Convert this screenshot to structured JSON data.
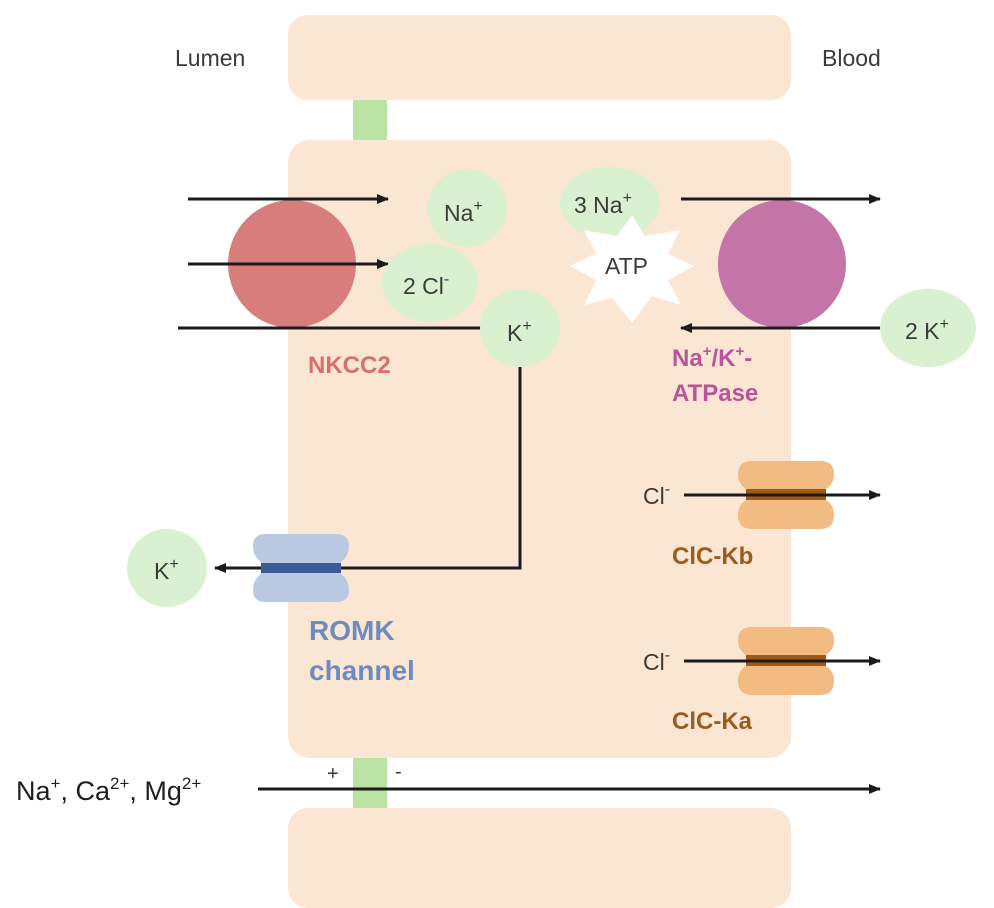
{
  "labels": {
    "lumen": "Lumen",
    "blood": "Blood"
  },
  "ions": {
    "na_top": "Na",
    "na_top_sup": "+",
    "three_na": "3 Na",
    "three_na_sup": "+",
    "two_cl": "2 Cl",
    "two_cl_sup": "-",
    "k_cell": "K",
    "k_cell_sup": "+",
    "two_k": "2 K",
    "two_k_sup": "+",
    "k_lumen": "K",
    "k_lumen_sup": "+",
    "cl_kb": "Cl",
    "cl_kb_sup": "-",
    "cl_ka": "Cl",
    "cl_ka_sup": "-",
    "atp": "ATP"
  },
  "transporters": {
    "nkcc2": "NKCC2",
    "atpase_line1_a": "Na",
    "atpase_line1_sup1": "+",
    "atpase_line1_b": "/K",
    "atpase_line1_sup2": "+",
    "atpase_line1_c": "-",
    "atpase_line2": "ATPase",
    "romk_line1": "ROMK",
    "romk_line2": "channel",
    "clc_kb": "ClC-Kb",
    "clc_ka": "ClC-Ka"
  },
  "paracellular": {
    "na": "Na",
    "na_sup": "+",
    "ca": ", Ca",
    "ca_sup": "2+",
    "mg": ", Mg",
    "mg_sup": "2+",
    "plus": "+",
    "minus": "-"
  },
  "colors": {
    "cell": "#fbe6d3",
    "junction": "#b9e2a3",
    "ion_bubble": "#d9f0d1",
    "nkcc2": "#d77d7b",
    "atpase": "#c275a6",
    "romk": "#b9c9e2",
    "romk_core": "#3b5b96",
    "clc": "#f1bb82",
    "clc_core": "#a05a13",
    "nkcc2_text": "#d6706d",
    "atpase_text": "#b9549a",
    "romk_text": "#6e8bbf",
    "clc_text": "#9a5b1d",
    "arrow": "#1b1b1b"
  }
}
